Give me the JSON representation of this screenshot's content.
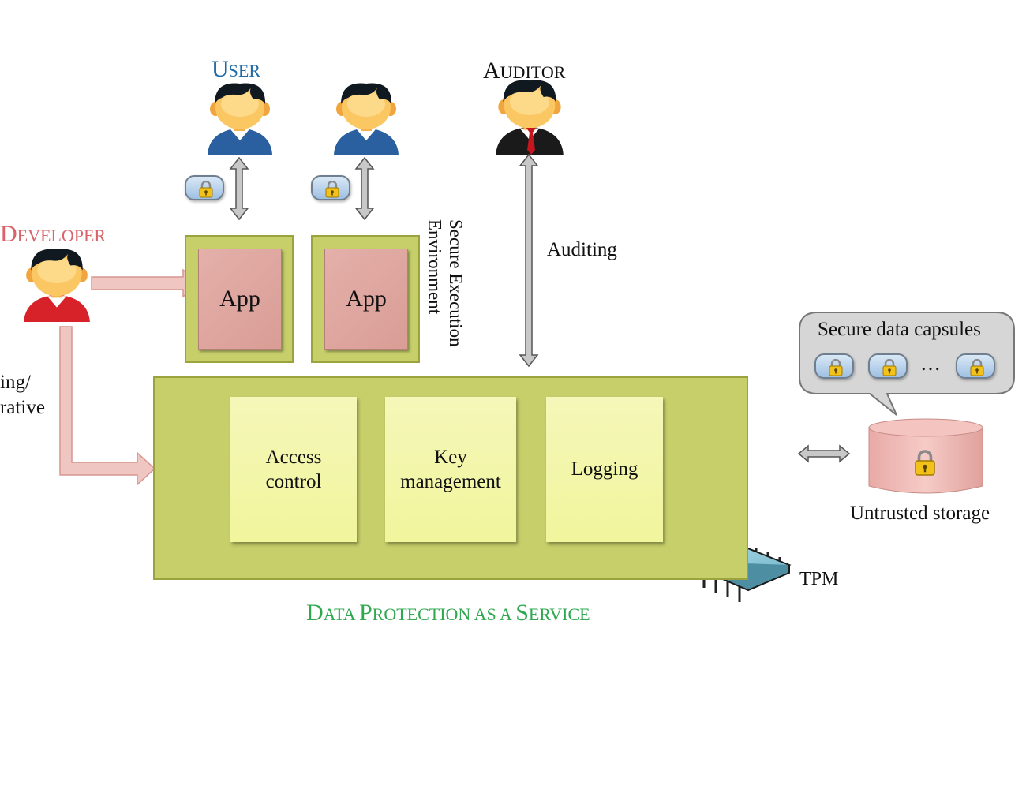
{
  "roles": {
    "user": {
      "first": "U",
      "rest": "SER"
    },
    "auditor": {
      "first": "A",
      "rest": "UDITOR"
    },
    "developer": {
      "first": "D",
      "rest": "EVELOPER"
    }
  },
  "apps": [
    "App",
    "App"
  ],
  "secure_env": [
    "Secure Execution",
    "Environment"
  ],
  "auditing": "Auditing",
  "developer_side": [
    "ing/",
    "rative"
  ],
  "modules": {
    "access_control": [
      "Access",
      "control"
    ],
    "key_management": [
      "Key",
      "management"
    ],
    "logging": "Logging"
  },
  "dpaas_title": {
    "w1a": "D",
    "w1b": "ATA ",
    "w2a": "P",
    "w2b": "ROTECTION ",
    "w3": "AS A ",
    "w4a": "S",
    "w4b": "ERVICE"
  },
  "capsules": {
    "title": "Secure data capsules",
    "ellipsis": "…"
  },
  "storage": "Untrusted storage",
  "tpm": "TPM",
  "colors": {
    "user": "#1f6aa5",
    "developer": "#d9636a",
    "dpaas": "#2fa84f",
    "green_box": "#c6cf6a",
    "note": "#f2f6a6",
    "app": "#dca49d"
  }
}
